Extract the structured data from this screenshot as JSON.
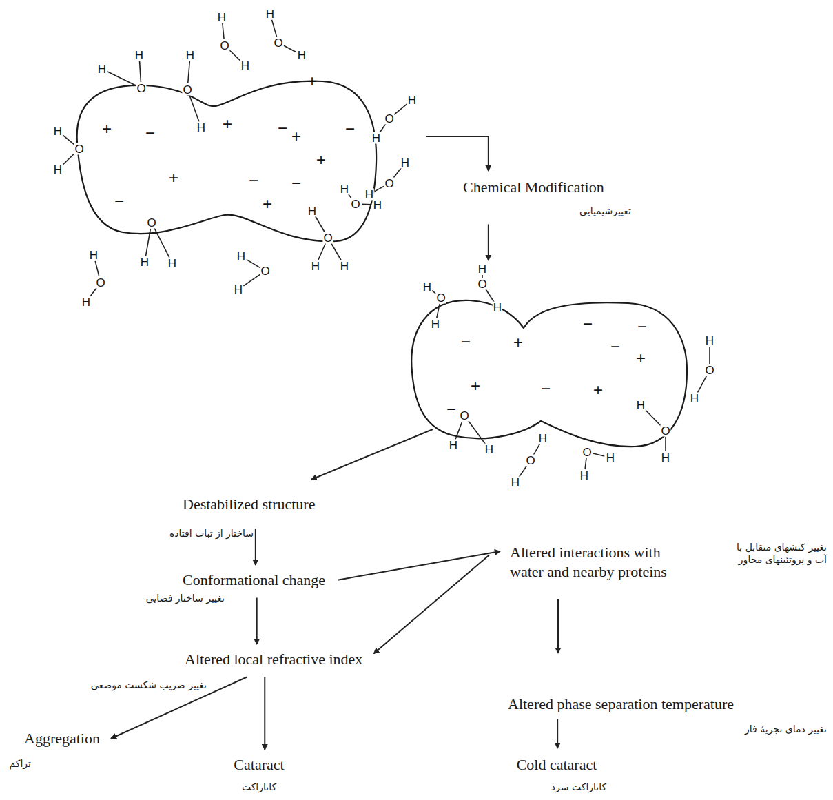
{
  "diagram": {
    "nodes": [
      {
        "text": [
          "+",
          "+",
          "−",
          "+",
          "−",
          "+",
          "−",
          "+",
          "+",
          "−",
          "−",
          "−",
          "+"
        ]
      },
      {
        "text": [
          "Chemical Modification",
          "تغییرشیمیایی"
        ]
      },
      {
        "text": [
          "−",
          "−",
          "−",
          "+",
          "−",
          "+",
          "+",
          "−",
          "+",
          "−"
        ]
      },
      {
        "text": [
          "Destabilized structure",
          "ساختار از ثبات افتاده"
        ]
      },
      {
        "text": [
          "Conformational change",
          "تغییر ساختار فضایی"
        ]
      },
      {
        "text": [
          "Altered interactions with water and nearby proteins",
          "تغییر کنشهای متقابل با آب و پروتئینهای مجاور"
        ]
      },
      {
        "text": [
          "Altered local refractive index",
          "تغییر ضریب شکست موضعی"
        ]
      },
      {
        "text": [
          "Altered phase separation temperature",
          "تغییر دمای تجزیهٔ فاز"
        ]
      },
      {
        "text": [
          "Aggregation",
          "تراکم"
        ]
      },
      {
        "text": [
          "Cataract",
          "کاتاراکت"
        ]
      },
      {
        "text": [
          "Cold cataract",
          "کاتاراکت سرد"
        ]
      }
    ],
    "edges": [
      {
        "from": 0,
        "to": 1,
        "arrow": "to"
      },
      {
        "from": 1,
        "to": 2,
        "arrow": "to"
      },
      {
        "from": 2,
        "to": 3,
        "arrow": "to"
      },
      {
        "from": 3,
        "to": 4,
        "arrow": "to"
      },
      {
        "from": 4,
        "to": 5,
        "arrow": "to"
      },
      {
        "from": 5,
        "to": 6,
        "arrow": "to"
      },
      {
        "from": 4,
        "to": 6,
        "arrow": "to"
      },
      {
        "from": 5,
        "to": 7,
        "arrow": "to"
      },
      {
        "from": 6,
        "to": 8,
        "arrow": "to"
      },
      {
        "from": 6,
        "to": 9,
        "arrow": "to"
      },
      {
        "from": 7,
        "to": 10,
        "arrow": "to"
      }
    ],
    "labels": [
      "H",
      "O",
      "H",
      "H",
      "O",
      "H",
      "H",
      "O",
      "H",
      "H",
      "O",
      "H",
      "H",
      "O",
      "H",
      "H",
      "O",
      "H",
      "H",
      "O",
      "H",
      "H",
      "O",
      "H",
      "H",
      "O",
      "H",
      "H",
      "H",
      "O",
      "H",
      "H",
      "O",
      "H",
      "H",
      "O",
      "H",
      "H",
      "O",
      "H",
      "H",
      "O",
      "H",
      "H",
      "O",
      "H",
      "H",
      "O",
      "H",
      "H",
      "O",
      "H",
      "H",
      "O",
      "H",
      "H",
      "O",
      "H"
    ]
  }
}
